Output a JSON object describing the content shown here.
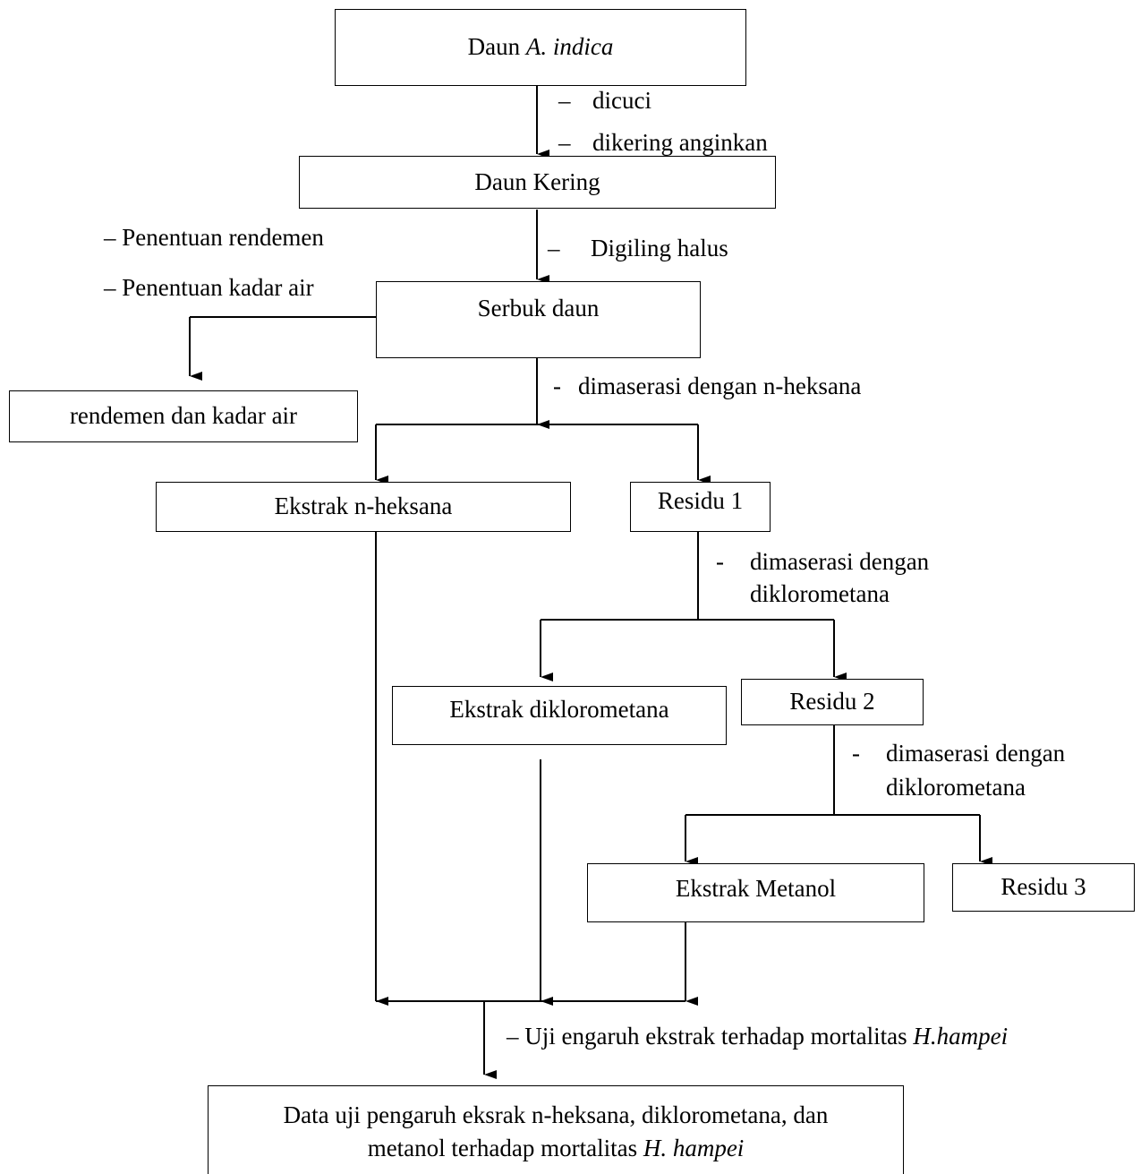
{
  "boxes": {
    "daun": {
      "prefix": "Daun ",
      "italic": "A. indica"
    },
    "daun_kering": "Daun Kering",
    "serbuk": "Serbuk daun",
    "rendemen": "rendemen dan kadar air",
    "ekstrak_heksana": "Ekstrak n-heksana",
    "residu1": "Residu 1",
    "ekstrak_dcm": "Ekstrak diklorometana",
    "residu2": "Residu 2",
    "ekstrak_metanol": "Ekstrak Metanol",
    "residu3": "Residu 3",
    "final": {
      "line1": "Data uji pengaruh eksrak n-heksana, diklorometana, dan",
      "line2_prefix": "metanol terhadap mortalitas ",
      "line2_italic": "H. hampei"
    }
  },
  "steps": {
    "dicuci": "dicuci",
    "dikering": "dikering anginkan",
    "digiling": "Digiling halus",
    "penentuan_rendemen": "Penentuan rendemen",
    "penentuan_kadar": "Penentuan kadar air",
    "maserasi_heksana": "dimaserasi dengan n-heksana",
    "maserasi_dcm_1": "dimaserasi dengan",
    "maserasi_dcm_2": "diklorometana",
    "maserasi_2_1": "dimaserasi dengan",
    "maserasi_2_2": "diklorometana",
    "uji_prefix": "Uji engaruh ekstrak terhadap mortalitas ",
    "uji_italic": "H.hampei"
  },
  "symbols": {
    "endash": "–",
    "hyphen": "-"
  }
}
